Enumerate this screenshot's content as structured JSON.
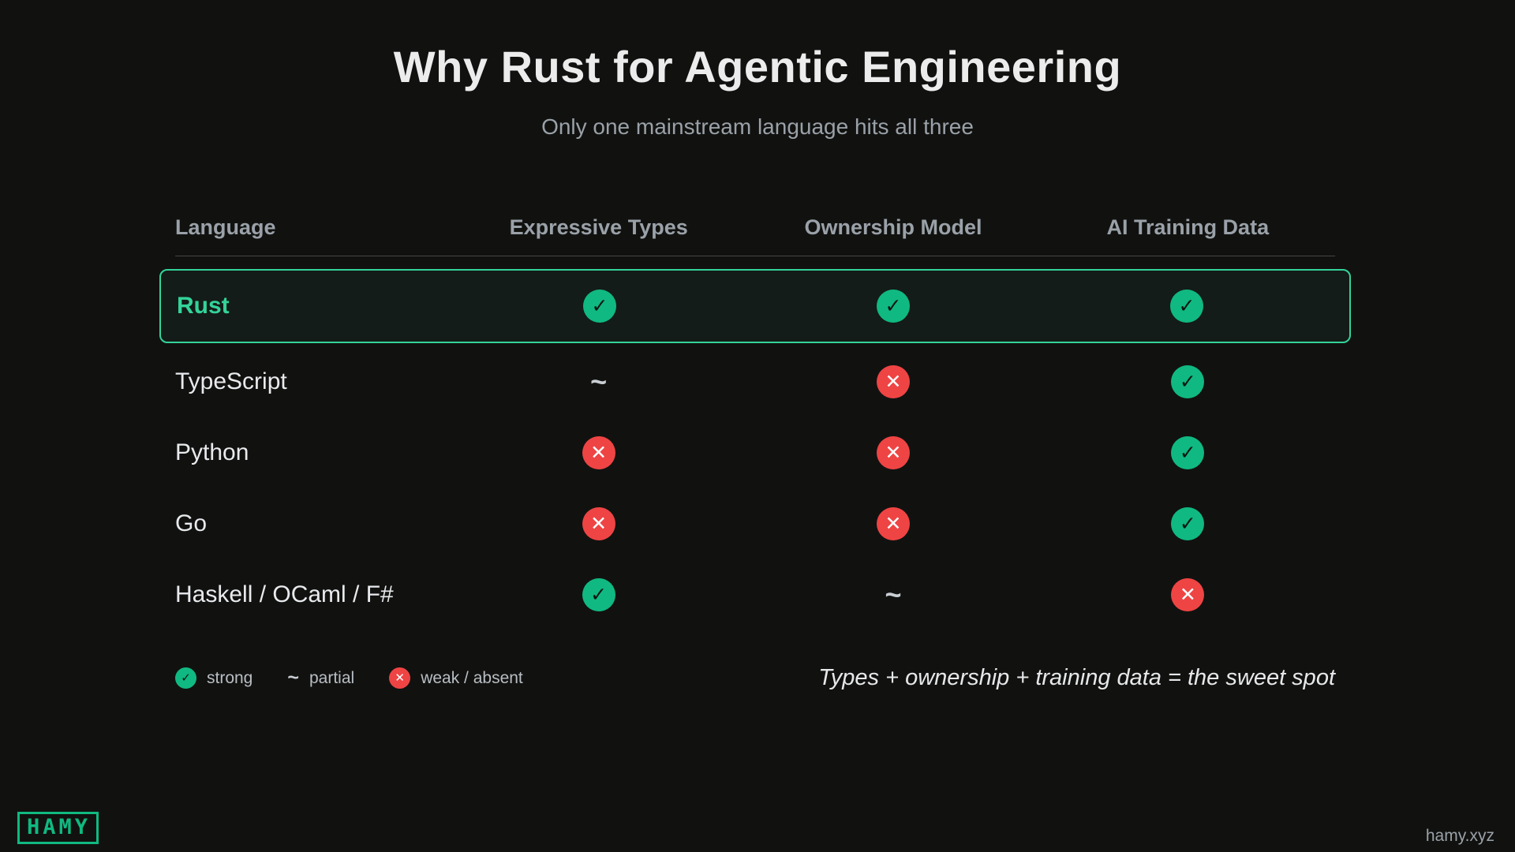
{
  "page": {
    "title": "Why Rust for Agentic Engineering",
    "subtitle": "Only one mainstream language hits all three"
  },
  "chart_data": {
    "type": "table",
    "title": "Why Rust for Agentic Engineering",
    "subtitle": "Only one mainstream language hits all three",
    "columns": [
      "Language",
      "Expressive Types",
      "Ownership Model",
      "AI Training Data"
    ],
    "rows": [
      [
        "Rust",
        "strong",
        "strong",
        "strong"
      ],
      [
        "TypeScript",
        "partial",
        "weak",
        "strong"
      ],
      [
        "Python",
        "weak",
        "weak",
        "strong"
      ],
      [
        "Go",
        "weak",
        "weak",
        "strong"
      ],
      [
        "Haskell / OCaml / F#",
        "strong",
        "partial",
        "weak"
      ]
    ],
    "highlighted_row": "Rust",
    "note": "Types + ownership + training data = the sweet spot"
  },
  "table": {
    "headers": [
      "Language",
      "Expressive Types",
      "Ownership Model",
      "AI Training Data"
    ],
    "rows": [
      {
        "language": "Rust",
        "highlight": true,
        "cells": [
          "check",
          "check",
          "check"
        ]
      },
      {
        "language": "TypeScript",
        "highlight": false,
        "cells": [
          "partial",
          "cross",
          "check"
        ]
      },
      {
        "language": "Python",
        "highlight": false,
        "cells": [
          "cross",
          "cross",
          "check"
        ]
      },
      {
        "language": "Go",
        "highlight": false,
        "cells": [
          "cross",
          "cross",
          "check"
        ]
      },
      {
        "language": "Haskell / OCaml / F#",
        "highlight": false,
        "cells": [
          "check",
          "partial",
          "cross"
        ]
      }
    ]
  },
  "icons": {
    "check": "✓",
    "cross": "✕",
    "partial": "~"
  },
  "legend": {
    "strong_label": "strong",
    "partial_label": "partial",
    "weak_label": "weak / absent"
  },
  "note": "Types + ownership + training data = the sweet spot",
  "footer": {
    "logo_text": "HAMY",
    "site_text": "hamy.xyz"
  },
  "colors": {
    "green": "#10b981",
    "red": "#ef4444",
    "highlight": "#34d399"
  }
}
